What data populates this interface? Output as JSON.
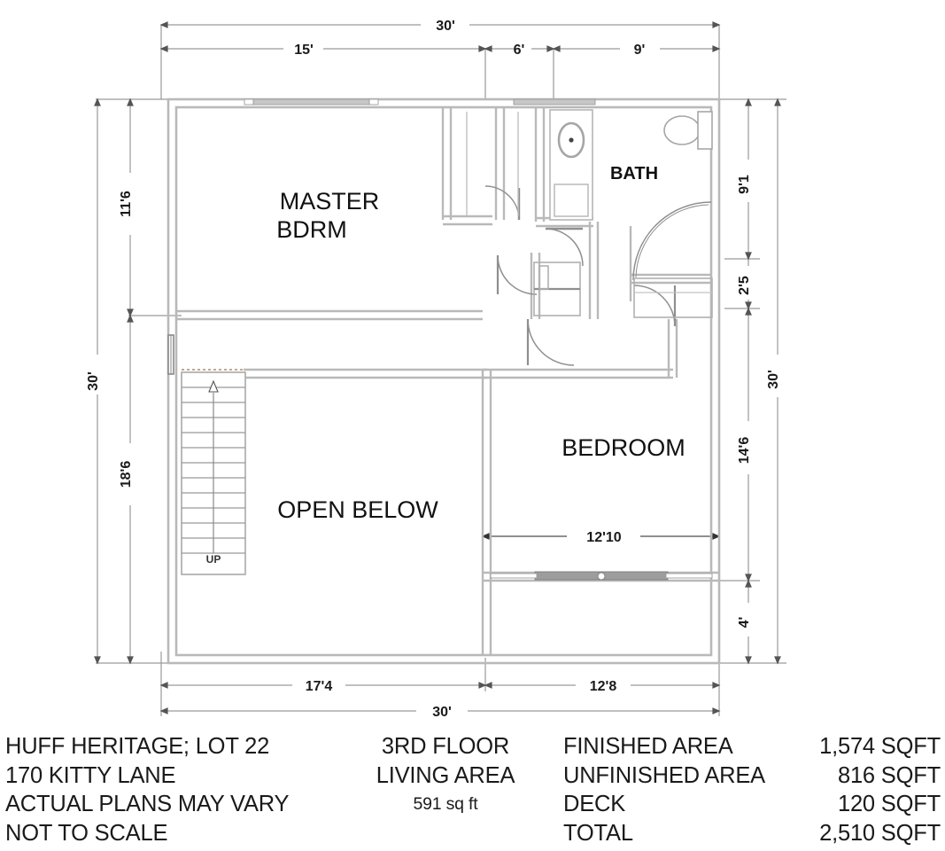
{
  "title": "HUFF HERITAGE; LOT 22 - 3RD FLOOR PLAN",
  "rooms": [
    {
      "key": "master",
      "label_line1": "MASTER",
      "label_line2": "BDRM"
    },
    {
      "key": "bath",
      "label": "BATH"
    },
    {
      "key": "bedroom",
      "label": "BEDROOM"
    },
    {
      "key": "open_below",
      "label": "OPEN BELOW"
    }
  ],
  "stairs": {
    "direction_label": "UP",
    "tread_count": 13
  },
  "dimensions": {
    "top_overall": "30'",
    "top_segments": [
      "15'",
      "6'",
      "9'"
    ],
    "left_overall": "30'",
    "left_segments": [
      "11'6",
      "18'6"
    ],
    "right_overall": "30'",
    "right_segments": [
      "9'1",
      "2'5",
      "14'6",
      "4'"
    ],
    "bottom_overall": "30'",
    "bottom_segments": [
      "17'4",
      "12'8"
    ],
    "interior_bedroom_width": "12'10"
  },
  "footer": {
    "address_block": [
      "HUFF HERITAGE; LOT 22",
      "170 KITTY LANE",
      "ACTUAL PLANS MAY VARY",
      "NOT TO SCALE"
    ],
    "floor_block": {
      "floor": "3RD FLOOR",
      "living_area_label": "LIVING AREA",
      "living_area_value": "591 sq ft"
    },
    "area_labels": [
      "FINISHED AREA",
      "UNFINISHED AREA",
      "DECK",
      "TOTAL"
    ],
    "area_values": [
      "1,574 SQFT",
      "816 SQFT",
      "120 SQFT",
      "2,510 SQFT"
    ]
  },
  "colors": {
    "wall": "#b9b9b9",
    "wall_dark": "#8f8f8f",
    "dimension_line": "#9a9a9a",
    "text": "#1a1a1a",
    "background": "#ffffff"
  }
}
